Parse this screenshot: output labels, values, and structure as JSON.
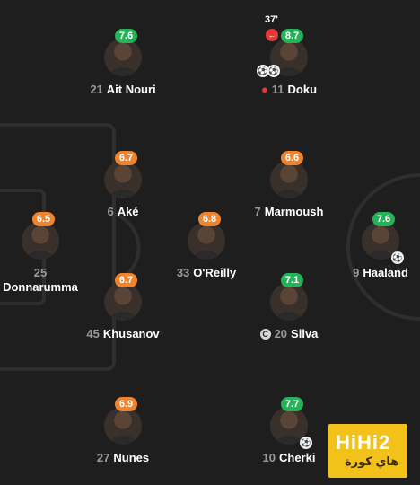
{
  "colors": {
    "background": "#1e1e1e",
    "green": "#25b35a",
    "orange": "#f0832b",
    "red": "#e5383b"
  },
  "players": [
    {
      "id": "ait-nouri",
      "number": "21",
      "name": "Ait Nouri",
      "rating": "7.6",
      "rating_color": "green"
    },
    {
      "id": "doku",
      "number": "11",
      "name": "Doku",
      "rating": "8.7",
      "rating_color": "green",
      "sub_minute": "37'"
    },
    {
      "id": "ake",
      "number": "6",
      "name": "Aké",
      "rating": "6.7",
      "rating_color": "orange"
    },
    {
      "id": "marmoush",
      "number": "7",
      "name": "Marmoush",
      "rating": "6.6",
      "rating_color": "orange"
    },
    {
      "id": "donnarumma",
      "number": "25",
      "name": "Donnarumma",
      "rating": "6.5",
      "rating_color": "orange"
    },
    {
      "id": "oreilly",
      "number": "33",
      "name": "O'Reilly",
      "rating": "6.8",
      "rating_color": "orange"
    },
    {
      "id": "haaland",
      "number": "9",
      "name": "Haaland",
      "rating": "7.6",
      "rating_color": "green"
    },
    {
      "id": "khusanov",
      "number": "45",
      "name": "Khusanov",
      "rating": "6.7",
      "rating_color": "orange"
    },
    {
      "id": "silva",
      "number": "20",
      "name": "Silva",
      "rating": "7.1",
      "rating_color": "green",
      "captain": "C"
    },
    {
      "id": "nunes",
      "number": "27",
      "name": "Nunes",
      "rating": "6.9",
      "rating_color": "orange"
    },
    {
      "id": "cherki",
      "number": "10",
      "name": "Cherki",
      "rating": "7.7",
      "rating_color": "green"
    }
  ],
  "watermark": {
    "brand": "HiHi2",
    "subtitle": "هاي كورة"
  }
}
